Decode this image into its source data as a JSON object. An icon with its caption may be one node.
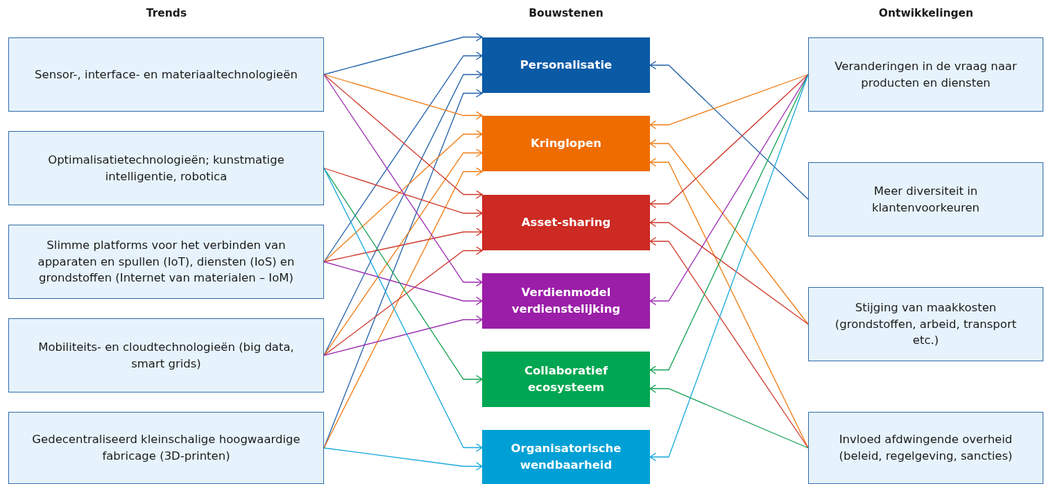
{
  "diagram": {
    "nodes": [
      {
        "text": [
          "Sensor-, interface- en materiaaltechnologieën"
        ]
      },
      {
        "text": [
          "Optimalisatietechnologieën; kunstmatige intelligentie, robotica"
        ]
      },
      {
        "text": [
          "Slimme platforms voor het verbinden van apparaten en spullen (IoT), diensten (IoS) en grondstoffen (Internet van materialen – IoM)"
        ]
      },
      {
        "text": [
          "Mobiliteits- en cloudtechnologieën (big data, smart grids)"
        ]
      },
      {
        "text": [
          "Gedecentraliseerd kleinschalige hoogwaardige fabricage (3D-printen)"
        ]
      },
      {
        "text": [
          "Personalisatie"
        ]
      },
      {
        "text": [
          "Kringlopen"
        ]
      },
      {
        "text": [
          "Asset-sharing"
        ]
      },
      {
        "text": [
          "Verdienmodel verdienstelijking"
        ]
      },
      {
        "text": [
          "Collaboratief ecosysteem"
        ]
      },
      {
        "text": [
          "Organisatorische wendbaarheid"
        ]
      },
      {
        "text": [
          "Veranderingen in de vraag naar producten en diensten"
        ]
      },
      {
        "text": [
          "Meer diversiteit in klantenvoorkeuren"
        ]
      },
      {
        "text": [
          "Stijging van maakkosten (grondstoffen, arbeid, transport etc.)"
        ]
      },
      {
        "text": [
          "Invloed afdwingende overheid (beleid, regelgeving, sancties)"
        ]
      }
    ],
    "edges": [
      {
        "from": 0,
        "to": 5,
        "arrow": "to",
        "color": "#1f5fa8"
      },
      {
        "from": 2,
        "to": 5,
        "arrow": "to",
        "color": "#1f5fa8"
      },
      {
        "from": 3,
        "to": 5,
        "arrow": "to",
        "color": "#1f5fa8"
      },
      {
        "from": 4,
        "to": 5,
        "arrow": "to",
        "color": "#1f5fa8"
      },
      {
        "from": 0,
        "to": 6,
        "arrow": "to",
        "color": "#f07a10"
      },
      {
        "from": 2,
        "to": 6,
        "arrow": "to",
        "color": "#f07a10"
      },
      {
        "from": 3,
        "to": 6,
        "arrow": "to",
        "color": "#f07a10"
      },
      {
        "from": 4,
        "to": 6,
        "arrow": "to",
        "color": "#f07a10"
      },
      {
        "from": 0,
        "to": 7,
        "arrow": "to",
        "color": "#cf3528"
      },
      {
        "from": 1,
        "to": 7,
        "arrow": "to",
        "color": "#cf3528"
      },
      {
        "from": 2,
        "to": 7,
        "arrow": "to",
        "color": "#cf3528"
      },
      {
        "from": 3,
        "to": 7,
        "arrow": "to",
        "color": "#cf3528"
      },
      {
        "from": 0,
        "to": 8,
        "arrow": "to",
        "color": "#9c2bb0"
      },
      {
        "from": 2,
        "to": 8,
        "arrow": "to",
        "color": "#9c2bb0"
      },
      {
        "from": 3,
        "to": 8,
        "arrow": "to",
        "color": "#9c2bb0"
      },
      {
        "from": 1,
        "to": 9,
        "arrow": "to",
        "color": "#10a050"
      },
      {
        "from": 1,
        "to": 10,
        "arrow": "to",
        "color": "#14a8dc"
      },
      {
        "from": 4,
        "to": 10,
        "arrow": "to",
        "color": "#14a8dc"
      },
      {
        "from": 12,
        "to": 5,
        "arrow": "to",
        "color": "#1f5fa8"
      },
      {
        "from": 11,
        "to": 6,
        "arrow": "to",
        "color": "#f07a10"
      },
      {
        "from": 13,
        "to": 6,
        "arrow": "to",
        "color": "#f07a10"
      },
      {
        "from": 14,
        "to": 6,
        "arrow": "to",
        "color": "#f07a10"
      },
      {
        "from": 11,
        "to": 7,
        "arrow": "to",
        "color": "#cf3528"
      },
      {
        "from": 13,
        "to": 7,
        "arrow": "to",
        "color": "#cf3528"
      },
      {
        "from": 14,
        "to": 7,
        "arrow": "to",
        "color": "#cf3528"
      },
      {
        "from": 11,
        "to": 8,
        "arrow": "to",
        "color": "#9c2bb0"
      },
      {
        "from": 11,
        "to": 9,
        "arrow": "to",
        "color": "#10a050"
      },
      {
        "from": 14,
        "to": 9,
        "arrow": "to",
        "color": "#10a050"
      },
      {
        "from": 11,
        "to": 10,
        "arrow": "to",
        "color": "#14a8dc"
      }
    ],
    "labels": [
      "Trends",
      "Bouwstenen",
      "Ontwikkelingen"
    ]
  }
}
